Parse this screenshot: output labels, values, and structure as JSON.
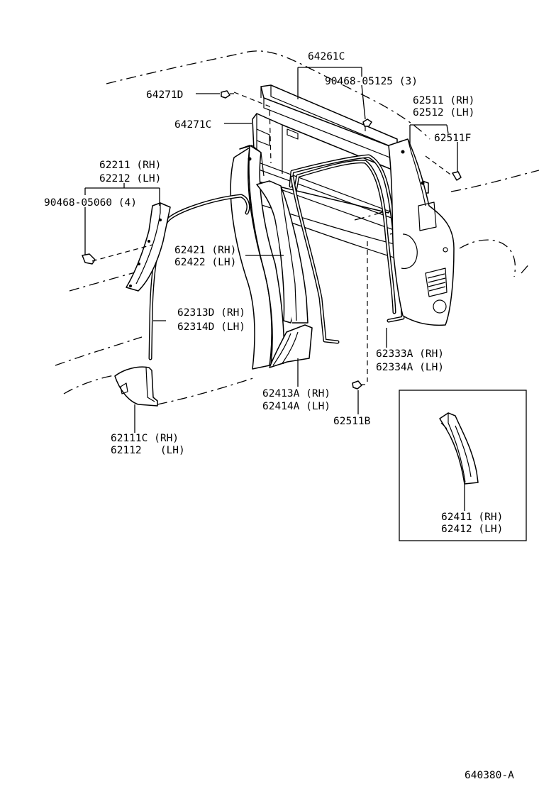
{
  "diagram": {
    "drawing_number": "640380-A",
    "callouts": [
      {
        "id": "p64261c",
        "lines": [
          "64261C"
        ]
      },
      {
        "id": "p90468_05125",
        "lines": [
          "90468-05125 (3)"
        ]
      },
      {
        "id": "p64271d",
        "lines": [
          "64271D"
        ]
      },
      {
        "id": "p64271c",
        "lines": [
          "64271C"
        ]
      },
      {
        "id": "p62511_62512",
        "lines": [
          "62511 (RH)",
          "62512 (LH)"
        ]
      },
      {
        "id": "p62511f",
        "lines": [
          "62511F"
        ]
      },
      {
        "id": "p62211_62212",
        "lines": [
          "62211 (RH)",
          "62212 (LH)"
        ]
      },
      {
        "id": "p90468_05060",
        "lines": [
          "90468-05060 (4)"
        ]
      },
      {
        "id": "p62421_62422",
        "lines": [
          "62421 (RH)",
          "62422 (LH)"
        ]
      },
      {
        "id": "p62313d_62314d",
        "lines": [
          "62313D (RH)",
          "62314D (LH)"
        ]
      },
      {
        "id": "p62333a_62334a",
        "lines": [
          "62333A (RH)",
          "62334A (LH)"
        ]
      },
      {
        "id": "p62413a_62414a",
        "lines": [
          "62413A (RH)",
          "62414A (LH)"
        ]
      },
      {
        "id": "p62511b",
        "lines": [
          "62511B"
        ]
      },
      {
        "id": "p62111c_62112",
        "lines": [
          "62111C (RH)",
          "62112   (LH)"
        ]
      },
      {
        "id": "p62411_62412",
        "lines": [
          "62411 (RH)",
          "62412 (LH)"
        ]
      }
    ]
  }
}
